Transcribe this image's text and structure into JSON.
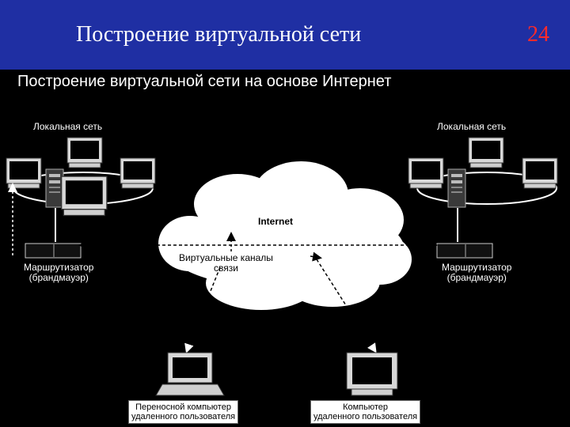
{
  "header": {
    "title": "Построение виртуальной сети",
    "page_number": "24"
  },
  "diagram": {
    "title": "Построение виртуальной сети на основе Интернет",
    "lan_left": "Локальная сеть",
    "lan_right": "Локальная сеть",
    "router_left_line1": "Маршрутизатор",
    "router_left_line2": "(брандмауэр)",
    "router_right_line1": "Маршрутизатор",
    "router_right_line2": "(брандмауэр)",
    "cloud_label": "Internet",
    "channels_line1": "Виртуальные каналы",
    "channels_line2": "связи",
    "laptop_line1": "Переносной компьютер",
    "laptop_line2": "удаленного пользователя",
    "desktop_line1": "Компьютер",
    "desktop_line2": "удаленного пользователя"
  },
  "colors": {
    "header_bg": "#1f2fa3",
    "number": "#ff2a2a",
    "diagram_bg": "#000000"
  }
}
